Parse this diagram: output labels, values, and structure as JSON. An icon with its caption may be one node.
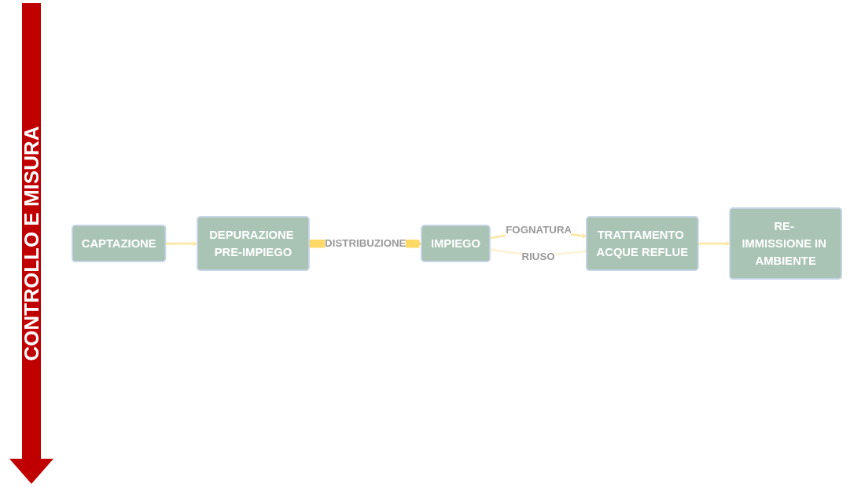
{
  "diagram": {
    "nodes": [
      {
        "text": [
          "CAPTAZIONE"
        ]
      },
      {
        "text": [
          "DEPURAZIONE PRE-IMPIEGO"
        ]
      },
      {
        "text": [
          "IMPIEGO"
        ]
      },
      {
        "text": [
          "TRATTAMENTO ACQUE REFLUE"
        ]
      },
      {
        "text": [
          "RE- IMMISSIONE IN AMBIENTE"
        ]
      }
    ],
    "edges": [
      {
        "from": 0,
        "to": 1,
        "arrow": "to"
      },
      {
        "from": 1,
        "to": 2,
        "arrow": "to",
        "label": "DISTRIBUZIONE",
        "style": "thick",
        "color": "#ffd966"
      },
      {
        "from": 2,
        "to": 3,
        "arrow": "to",
        "label": "FOGNATURA"
      },
      {
        "from": 3,
        "to": 2,
        "arrow": "to",
        "label": "RIUSO",
        "color": "#fdf3d8"
      },
      {
        "from": 3,
        "to": 4,
        "arrow": "to"
      }
    ],
    "labels": [
      "CONTROLLO E MISURA"
    ]
  }
}
